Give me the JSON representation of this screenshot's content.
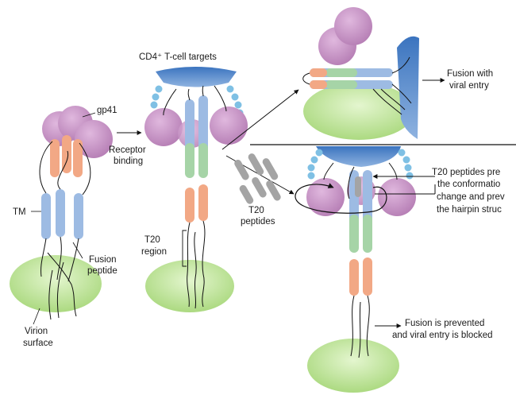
{
  "labels": {
    "gp41": "gp41",
    "receptor_binding_line1": "Receptor",
    "receptor_binding_line2": "binding",
    "tm": "TM",
    "fusion_peptide_line1": "Fusion",
    "fusion_peptide_line2": "peptide",
    "virion_surface_line1": "Virion",
    "virion_surface_line2": "surface",
    "cd4_targets": "CD4⁺ T-cell targets",
    "t20_region_line1": "T20",
    "t20_region_line2": "region",
    "t20_peptides_line1": "T20",
    "t20_peptides_line2": "peptides",
    "fusion_viral_entry_line1": "Fusion with",
    "fusion_viral_entry_line2": "viral entry",
    "t20_note_line1": "T20 peptides pre",
    "t20_note_line2": "the conformatio",
    "t20_note_line3": "change and prev",
    "t20_note_line4": "the hairpin struc",
    "fusion_prevented_line1": "Fusion is prevented",
    "fusion_prevented_line2": "and viral entry is blocked"
  },
  "colors": {
    "gp120_purple": "#c88fc6",
    "coil_orange": "#f2a885",
    "helix_blue": "#9dbbe3",
    "helix_green": "#a6d4a7",
    "membrane_green": "#bfe39a",
    "cd4_blue": "#4d83c7",
    "bead_blue": "#7fc0e4",
    "peptide_gray": "#a4a4a4"
  }
}
